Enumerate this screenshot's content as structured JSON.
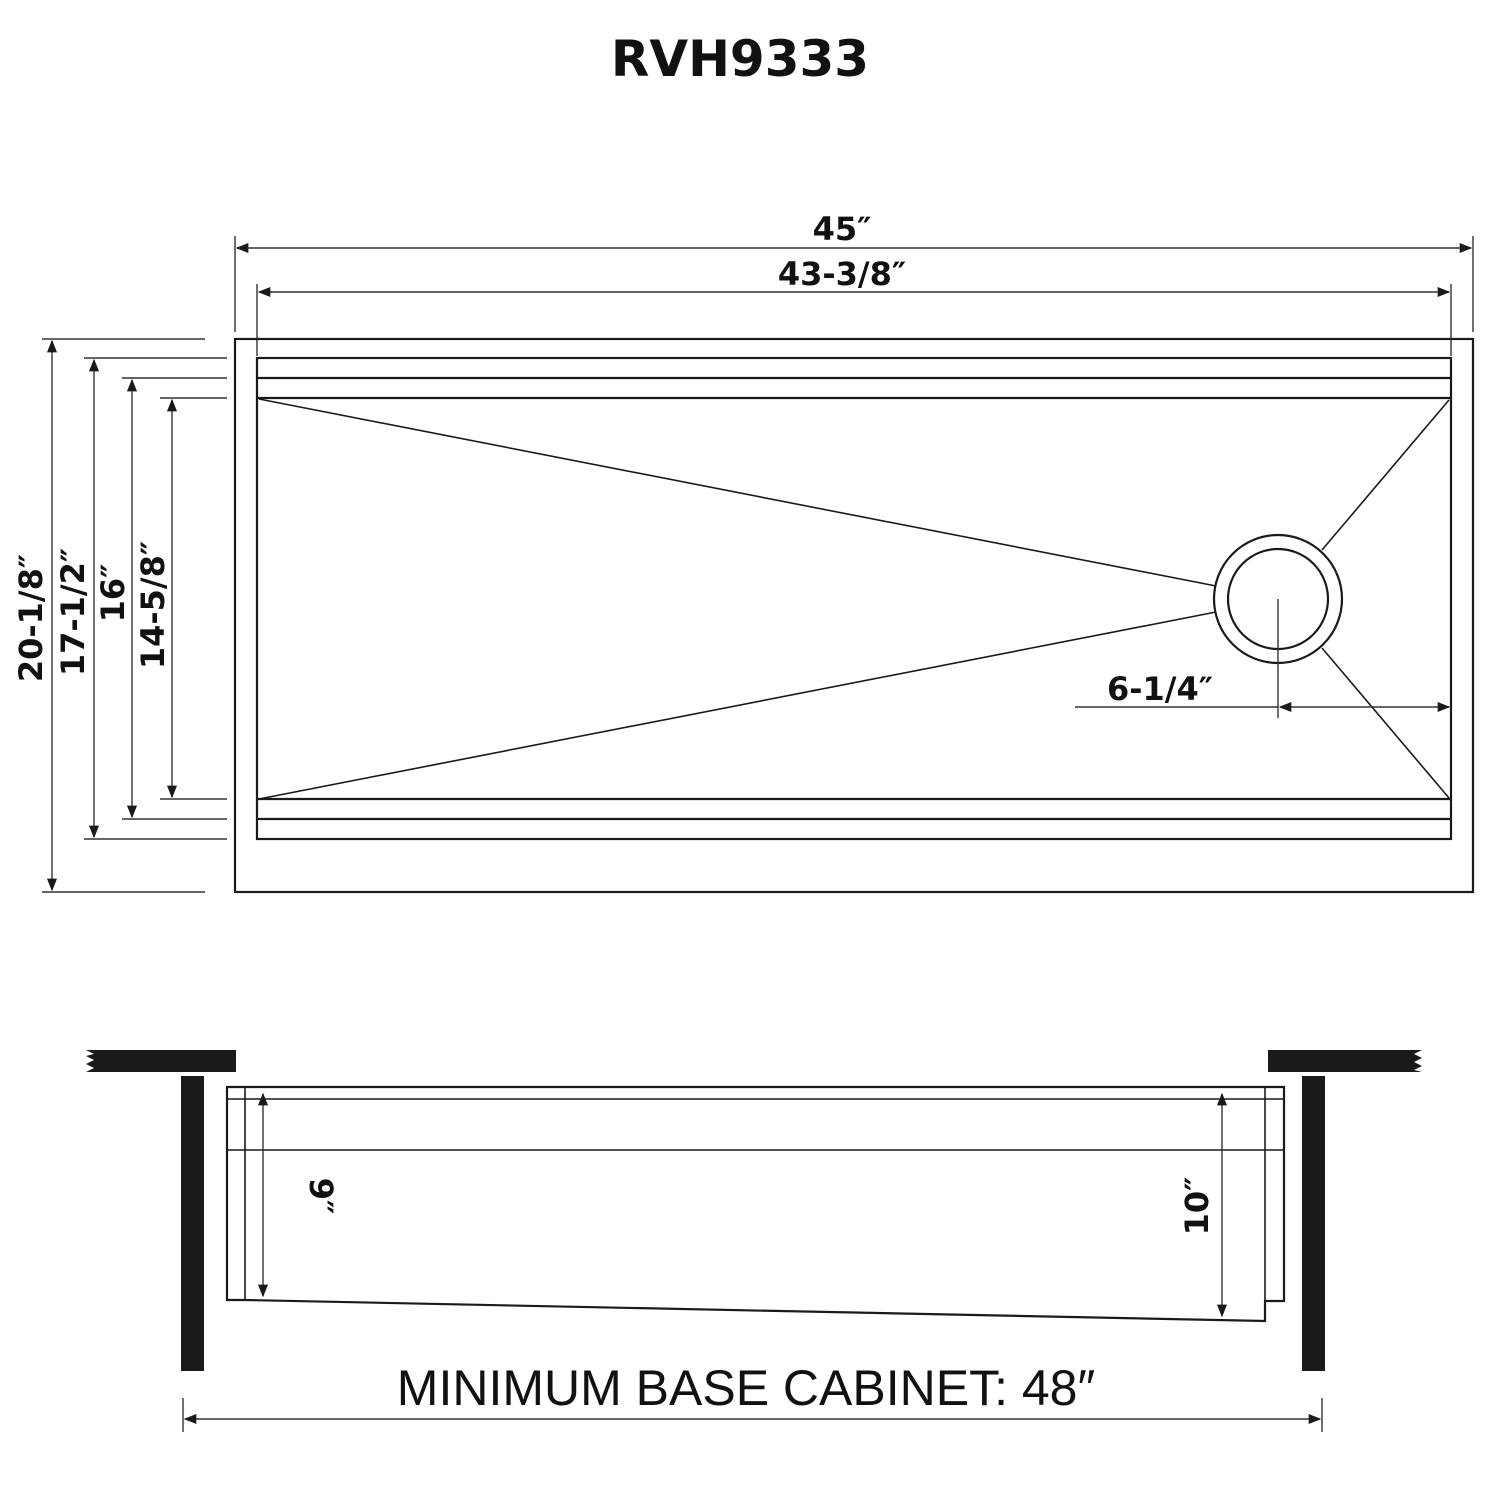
{
  "title": "RVH9333",
  "top_view": {
    "outer_width": "45″",
    "inner_width": "43-3/8″",
    "outer_depth": "20-1/8″",
    "depth_2": "17-1/2″",
    "depth_3": "16″",
    "bowl_depth": "14-5/8″",
    "drain_offset": "6-1/4″"
  },
  "side_view": {
    "front_height": "9″",
    "rear_height": "10″",
    "cabinet_label": "MINIMUM BASE CABINET: 48″"
  },
  "colors": {
    "line": "#1a1a1a",
    "background": "#ffffff"
  }
}
